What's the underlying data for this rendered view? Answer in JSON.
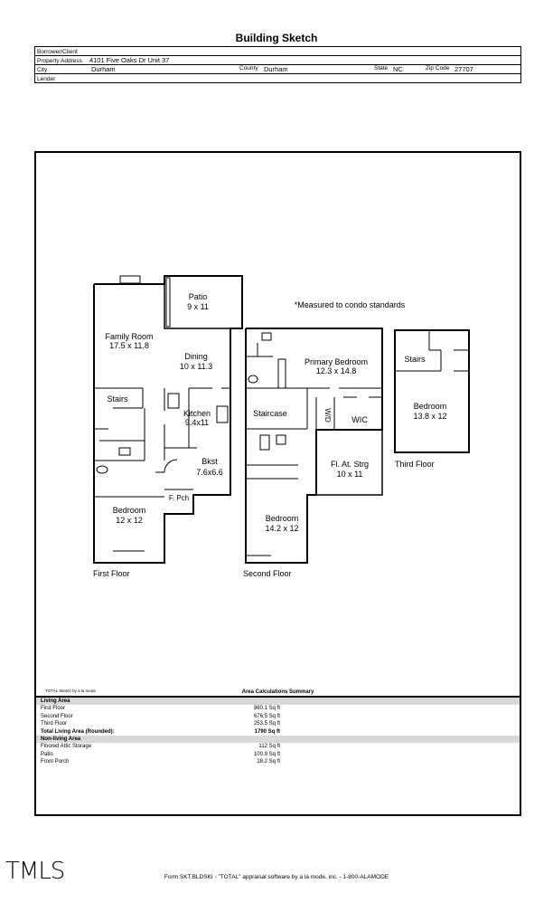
{
  "title": "Building Sketch",
  "header": {
    "borrower_label": "Borrower/Client",
    "address_label": "Property Address",
    "address_value": "4101 Five Oaks Dr Unit 37",
    "city_label": "City",
    "city_value": "Durham",
    "county_label": "County",
    "county_value": "Durham",
    "state_label": "State",
    "state_value": "NC",
    "zip_label": "Zip Code",
    "zip_value": "27707",
    "lender_label": "Lender"
  },
  "sketch": {
    "note": "*Measured to condo standards",
    "rooms": {
      "patio_name": "Patio",
      "patio_dim": "9 x 11",
      "family_name": "Family Room",
      "family_dim": "17.5 x 11.8",
      "dining_name": "Dining",
      "dining_dim": "10 x 11.3",
      "stairs1": "Stairs",
      "kitchen_name": "Kitchen",
      "kitchen_dim": "9.4x11",
      "bkst_name": "Bkst",
      "bkst_dim": "7.6x6.6",
      "fpch": "F. Pch",
      "bed1_name": "Bedroom",
      "bed1_dim": "12 x 12",
      "primary_name": "Primary Bedroom",
      "primary_dim": "12.3 x 14.8",
      "staircase": "Staircase",
      "wd": "W/D",
      "wic": "WIC",
      "flat_name": "Fl. At. Strg",
      "flat_dim": "10 x 11",
      "bed2_name": "Bedroom",
      "bed2_dim": "14.2 x 12",
      "stairs3": "Stairs",
      "bed3_name": "Bedroom",
      "bed3_dim": "13.8 x 12"
    },
    "floor_labels": {
      "first": "First Floor",
      "second": "Second Floor",
      "third": "Third Floor"
    }
  },
  "credit": "TOTAL Sketch by a la mode",
  "summary": {
    "title": "Area Calculations Summary",
    "living_header": "Living Area",
    "living": [
      {
        "label": "First Floor",
        "value": "860.1 Sq ft"
      },
      {
        "label": "Second Floor",
        "value": "676.5 Sq ft"
      },
      {
        "label": "Third Floor",
        "value": "253.5 Sq ft"
      }
    ],
    "total_label": "Total Living Area (Rounded):",
    "total_value": "1790 Sq ft",
    "nonliving_header": "Non-living Area",
    "nonliving": [
      {
        "label": "Floored Attic Storage",
        "value": "112 Sq ft"
      },
      {
        "label": "Patio",
        "value": "100.9 Sq ft"
      },
      {
        "label": "Front Porch",
        "value": "28.2 Sq ft"
      }
    ]
  },
  "logo_text": "TMLS",
  "footer": "Form SKT.BLDSKI - \"TOTAL\" appraisal software by a la mode, inc. - 1-800-ALAMODE"
}
